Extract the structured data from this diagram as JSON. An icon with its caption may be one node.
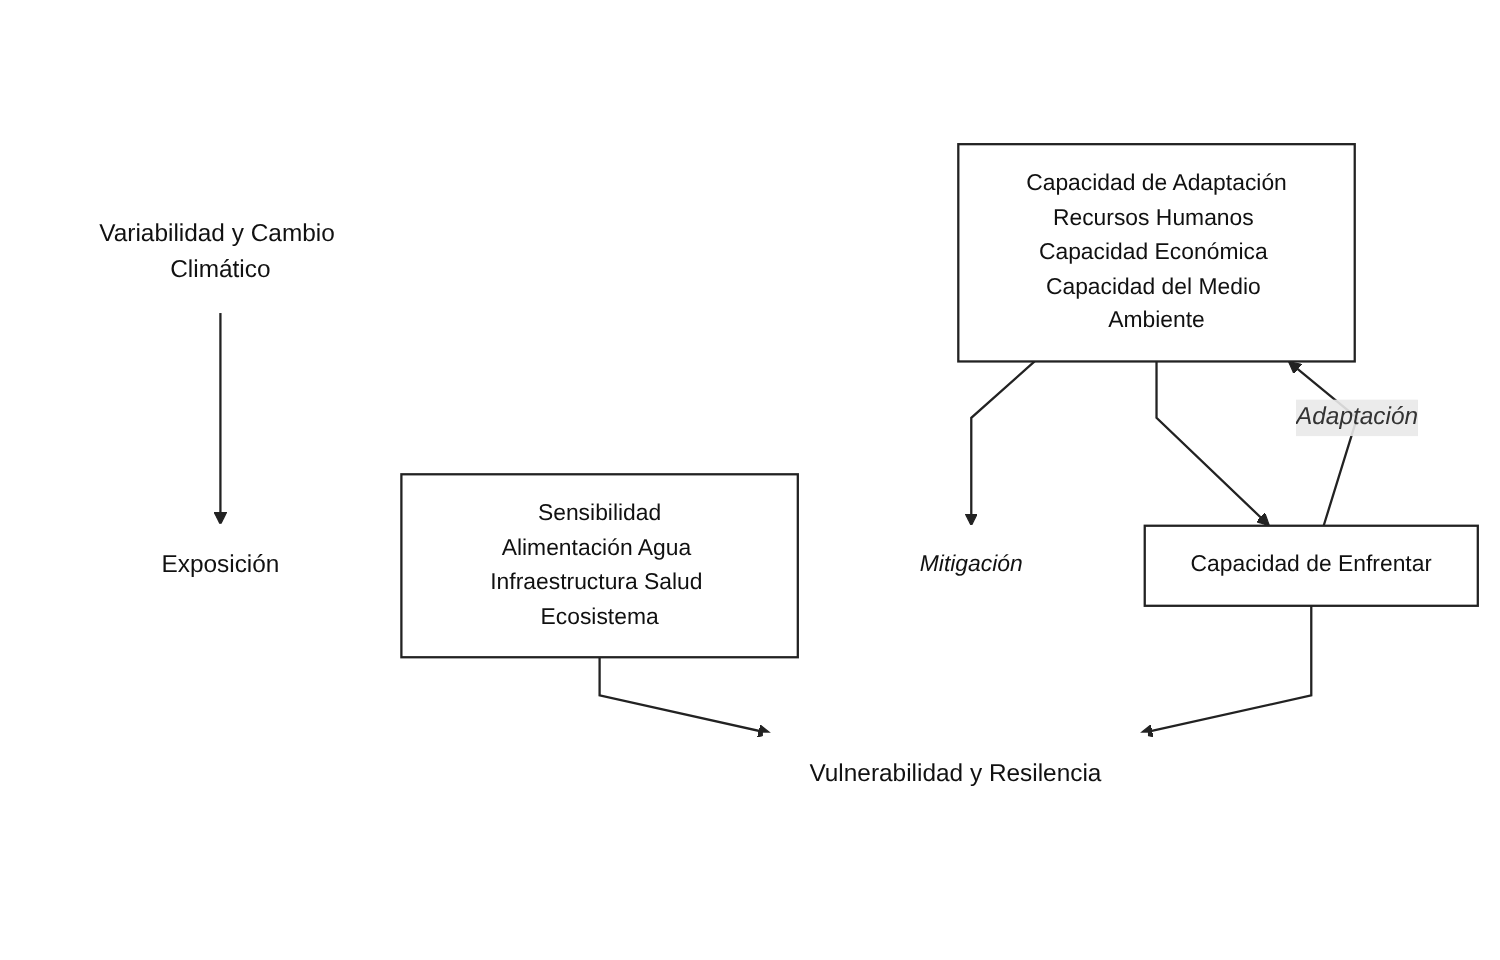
{
  "diagram": {
    "nodes": [
      {
        "text": [
          "Variabilidad y Cambio Climático"
        ]
      },
      {
        "text": [
          "Exposición"
        ]
      },
      {
        "text": [
          "Sensibilidad",
          "Alimentación Agua Infraestructura Salud Ecosistema"
        ]
      },
      {
        "text": [
          "Vulnerabilidad y Resilencia"
        ]
      },
      {
        "text": [
          "Capacidad de Adaptación",
          "Recursos Humanos Capacidad Económica Capacidad del Medio Ambiente"
        ]
      },
      {
        "text": [
          "Mitigación"
        ]
      },
      {
        "text": [
          "Capacidad de Enfrentar"
        ]
      }
    ],
    "edges": [
      {
        "from": 0,
        "to": 1,
        "arrow": "to"
      },
      {
        "from": 2,
        "to": 3,
        "arrow": "to"
      },
      {
        "from": 4,
        "to": 5,
        "arrow": "to"
      },
      {
        "from": 6,
        "to": 4,
        "arrow": "to",
        "label": "Adaptación"
      },
      {
        "from": 4,
        "to": 6,
        "arrow": "to"
      },
      {
        "from": 6,
        "to": 3,
        "arrow": "to"
      }
    ]
  }
}
